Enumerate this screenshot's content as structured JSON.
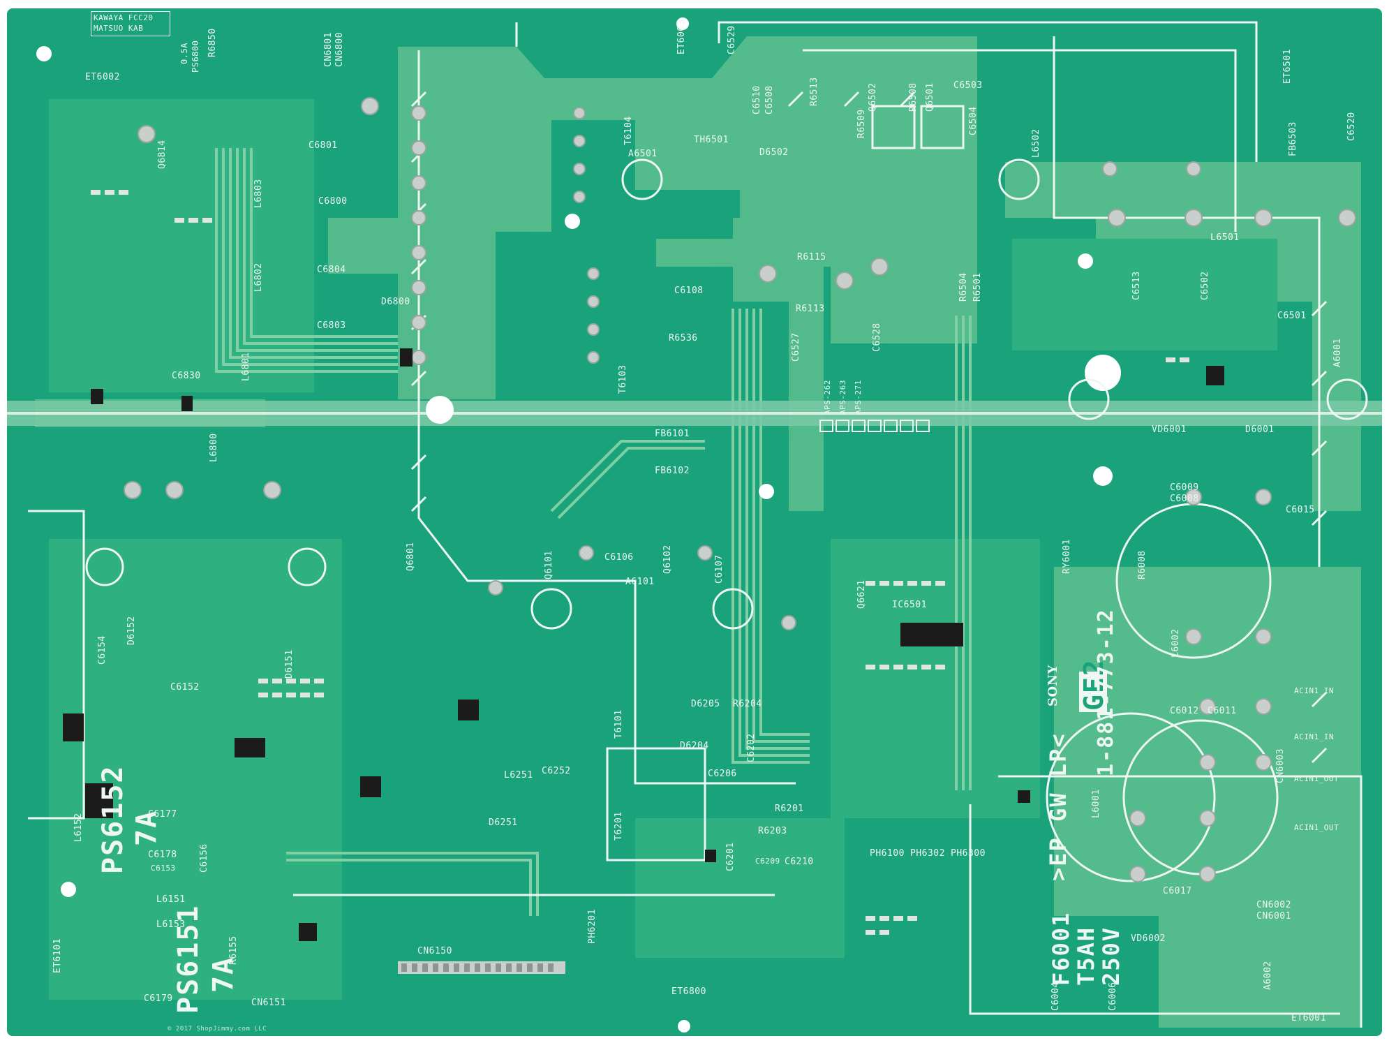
{
  "board": {
    "part_number": "1-881-773-12",
    "brand": "SONY",
    "model_code": "GE2",
    "region_code": ">EP GW LP<",
    "fuse_ref": "F6001",
    "fuse_rating": "T5AH",
    "fuse_voltage": "250V",
    "aps_versions": [
      "APS-262",
      "APS-263",
      "APS-271"
    ],
    "top_left_note_1": "KAWAYA FCC20",
    "top_left_note_2": "MATSUO KAB",
    "fuse_ps6152": "PS6152",
    "fuse_ps6152_rating": "7A",
    "fuse_ps6151": "PS6151",
    "fuse_ps6151_rating": "7A",
    "ps6800": "PS6800",
    "ps6800_rating": "0.5A"
  },
  "labels": {
    "et6002": "ET6002",
    "et6003": "ET6003",
    "et6501": "ET6501",
    "et6800": "ET6800",
    "et6101": "ET6101",
    "et6001": "ET6001",
    "r6850": "R6850",
    "cn6801": "CN6801",
    "cn6800": "CN6800",
    "c6801": "C6801",
    "c6800": "C6800",
    "c6804": "C6804",
    "c6803": "C6803",
    "c6830": "C6830",
    "l6803": "L6803",
    "l6802": "L6802",
    "l6801": "L6801",
    "l6800": "L6800",
    "d6800": "D6800",
    "q6814": "Q6814",
    "t6104": "T6104",
    "t6103": "T6103",
    "t6101": "T6101",
    "t6201": "T6201",
    "a6501": "A6501",
    "a6101": "A6101",
    "a6001": "A6001",
    "th6501": "TH6501",
    "d6502": "D6502",
    "c6510": "C6510",
    "c6508": "C6508",
    "r6513": "R6513",
    "q6502": "Q6502",
    "r6508": "R6508",
    "q6501": "Q6501",
    "c6503": "C6503",
    "c6504": "C6504",
    "c6529": "C6529",
    "r6509": "R6509",
    "l6502": "L6502",
    "l6501": "L6501",
    "fb6503": "FB6503",
    "c6520": "C6520",
    "c6513": "C6513",
    "c6502": "C6502",
    "c6501": "C6501",
    "r6115": "R6115",
    "r6113": "R6113",
    "c6108": "C6108",
    "r6536": "R6536",
    "c6527": "C6527",
    "c6528": "C6528",
    "r6504": "R6504",
    "r6501": "R6501",
    "fb6101": "FB6101",
    "fb6102": "FB6102",
    "vd6001": "VD6001",
    "d6001": "D6001",
    "c6009": "C6009",
    "c6008": "C6008",
    "c6015": "C6015",
    "q6101": "Q6101",
    "c6106": "C6106",
    "q6102": "Q6102",
    "c6107": "C6107",
    "q6801": "Q6801",
    "d6151": "D6151",
    "d6152": "D6152",
    "c6154": "C6154",
    "c6152": "C6152",
    "ic6501": "IC6501",
    "q6621": "Q6621",
    "ry6001": "RY6001",
    "r6008": "R6008",
    "l6002": "L6002",
    "c6012": "C6012",
    "c6011": "C6011",
    "cn6003": "CN6003",
    "l6001": "L6001",
    "c6017": "C6017",
    "vd6002": "VD6002",
    "cn6002": "CN6002",
    "cn6001": "CN6001",
    "a6002": "A6002",
    "c6004": "C6004",
    "c6006": "C6006",
    "d6205": "D6205",
    "r6204": "R6204",
    "d6204": "D6204",
    "c6206": "C6206",
    "c6202": "C6202",
    "r6201": "R6201",
    "r6203": "R6203",
    "c6201": "C6201",
    "c6210": "C6210",
    "c6209": "C6209",
    "ph6100": "PH6100",
    "ph6302": "PH6302",
    "ph6300": "PH6300",
    "ph6201": "PH6201",
    "l6251": "L6251",
    "c6252": "C6252",
    "d6251": "D6251",
    "c6177": "C6177",
    "c6178": "C6178",
    "l6151": "L6151",
    "l6153": "L6153",
    "l6152": "L6152",
    "c6179": "C6179",
    "c6156": "C6156",
    "c6153": "C6153",
    "cn6150": "CN6150",
    "cn6151": "CN6151",
    "r6155": "R6155",
    "ac_in_1": "ACIN1_IN",
    "ac_in_2": "ACIN1_IN",
    "ac_out_1": "ACIN1_OUT",
    "ac_out_2": "ACIN1_OUT",
    "copyright": "© 2017 ShopJimmy.com LLC"
  },
  "colors": {
    "board": "#1aa37a",
    "copper_trace": "#5ec08f",
    "ground_plane": "#2fb081",
    "silkscreen": "#eef7f1",
    "solder": "#c8cfcc",
    "chip": "#1b1b1b"
  }
}
